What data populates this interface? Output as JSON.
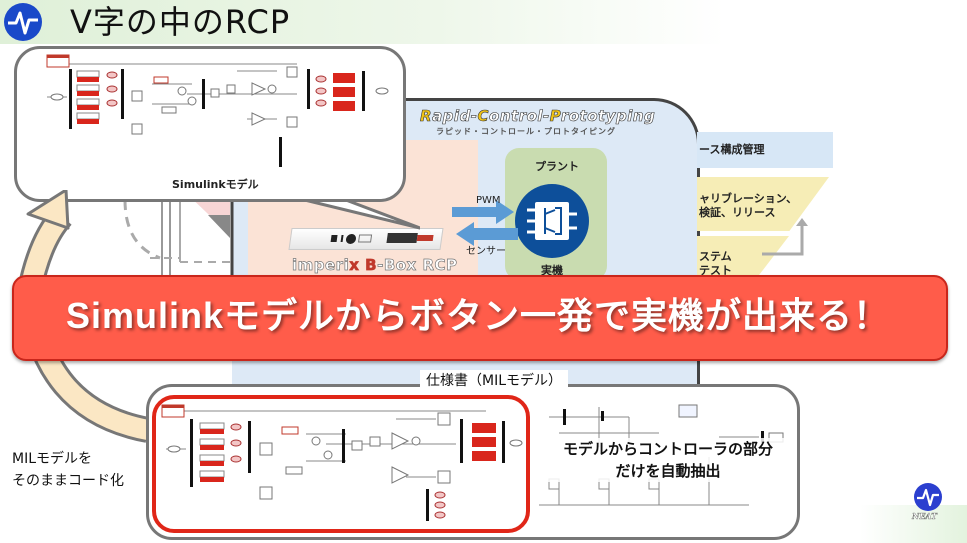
{
  "header": {
    "title": "V字の中のRCP",
    "logo_icon": "neat-waveform-icon"
  },
  "top_bubble": {
    "caption": "Simulinkモデル"
  },
  "rcp": {
    "title_parts": [
      {
        "cap": "R",
        "rest": "apid-"
      },
      {
        "cap": "C",
        "rest": "ontrol-"
      },
      {
        "cap": "P",
        "rest": "rototyping"
      }
    ],
    "subtitle": "ラピッド・コントロール・プロトタイピング",
    "plant_label": "プラント",
    "plant_icon": "inverter-module-icon",
    "real_machine_label": "実機",
    "pwm_label": "PWM",
    "sensor_label": "センサー",
    "device_name_prefix": "imperi",
    "device_name_x": "x",
    "device_name_b": "B",
    "device_name_suffix": "-Box RCP"
  },
  "v_model": {
    "bands": [
      {
        "text": "ース構成管理"
      },
      {
        "text": "ャリブレーション、\n検証、リリース"
      },
      {
        "text": "ステム\nテスト"
      }
    ],
    "colors": {
      "blue": "#d7e7f6",
      "yellow": "#f6edb6"
    }
  },
  "banner": {
    "text": "Simulinkモデルからボタン一発で実機が出来る！",
    "color": "#ff5c4a"
  },
  "bottom": {
    "spec_label": "仕様書（MILモデル）",
    "extract_line1": "モデルからコントローラの部分",
    "extract_line2": "だけを自動抽出",
    "highlight_color": "#e02618"
  },
  "side_note": {
    "line1": "MILモデルを",
    "line2": "そのままコード化"
  },
  "footer": {
    "brand": "NEAT",
    "brand_icon": "neat-waveform-icon"
  }
}
